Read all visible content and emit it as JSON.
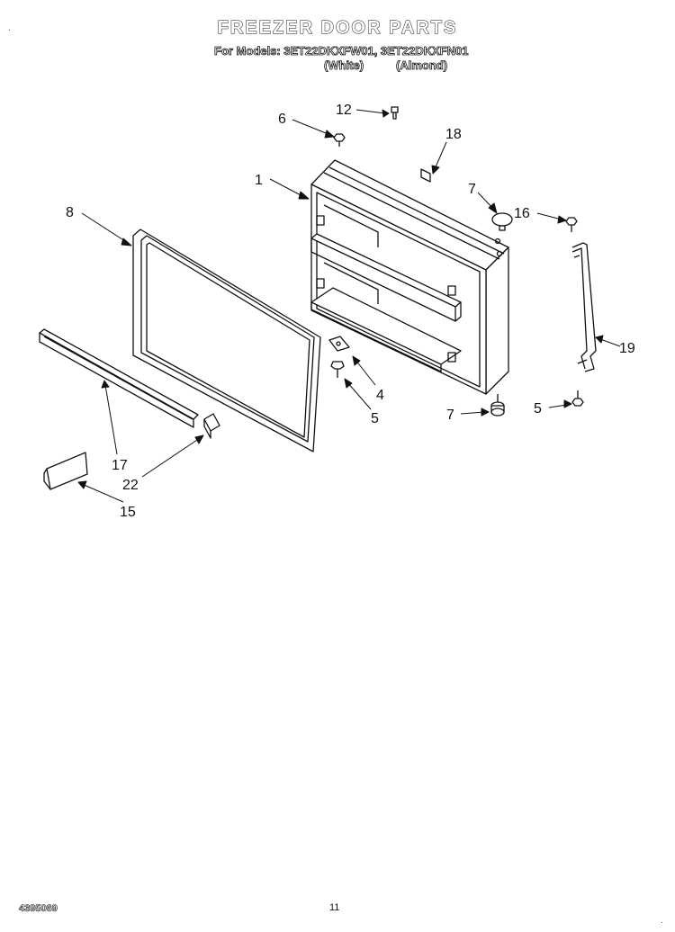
{
  "header": {
    "title": "FREEZER DOOR PARTS",
    "models_line": "For Models: 3ET22DKXFW01, 3ET22DKXFN01",
    "variant_white": "(White)",
    "variant_almond": "(Almond)"
  },
  "callouts": {
    "c12": "12",
    "c6": "6",
    "c18": "18",
    "c1": "1",
    "c7a": "7",
    "c16": "16",
    "c8": "8",
    "c19": "19",
    "c4": "4",
    "c5a": "5",
    "c7b": "7",
    "c5b": "5",
    "c17": "17",
    "c22": "22",
    "c15": "15"
  },
  "footer": {
    "code": "4395069",
    "page": "11"
  }
}
